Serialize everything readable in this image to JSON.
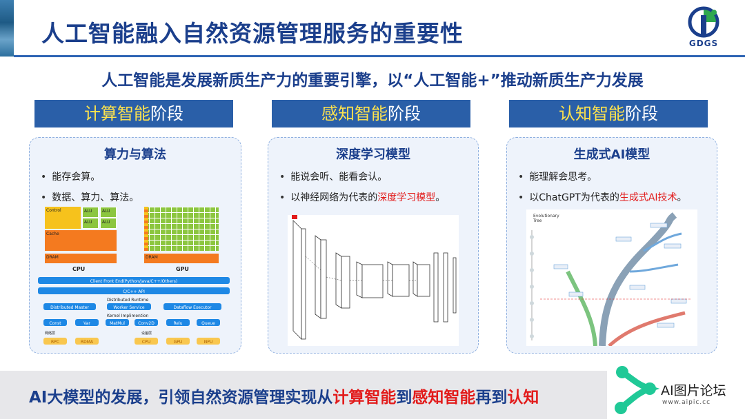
{
  "header": {
    "title": "人工智能融入自然资源管理服务的重要性",
    "logo_text": "GDGS"
  },
  "subtitle": "人工智能是发展新质生产力的重要引擎，以“人工智能+”推动新质生产力发展",
  "stages": [
    {
      "highlight": "计算智能",
      "suffix": "阶段"
    },
    {
      "highlight": "感知智能",
      "suffix": "阶段"
    },
    {
      "highlight": "认知智能",
      "suffix": "阶段"
    }
  ],
  "cards": [
    {
      "title": "算力与算法",
      "bullets": [
        "能存会算。",
        "数据、算力、算法。"
      ]
    },
    {
      "title": "深度学习模型",
      "bullet1": "能说会听、能看会认。",
      "bullet2_pre": "以神经网络为代表的",
      "bullet2_red": "深度学习模型",
      "bullet2_post": "。"
    },
    {
      "title": "生成式AI模型",
      "bullet1": "能理解会思考。",
      "bullet2_pre": "以ChatGPT为代表的",
      "bullet2_red": "生成式AI技术",
      "bullet2_post": "。"
    }
  ],
  "cpu_gpu": {
    "control": "Control",
    "alu": "ALU",
    "cache": "Cache",
    "dram": "DRAM",
    "cpu": "CPU",
    "gpu": "GPU",
    "client": "Client Front End(Python/Java/C++/Others)",
    "capi": "C/C++ API",
    "distributed": "Distributed Runtime",
    "master": "Distributed Master",
    "worker": "Worker Service",
    "dataflow": "Dataflow Executor",
    "kernel": "Kernel Implimention",
    "ops": [
      "Const",
      "Var",
      "MatMul",
      "Conv2D",
      "Relu",
      "Queue"
    ],
    "net_label": "网络层",
    "device_label": "设备层",
    "net": [
      "RPC",
      "RDMA"
    ],
    "devices": [
      "CPU",
      "GPU",
      "NPU"
    ]
  },
  "tree_title": "Evolutionary Tree",
  "banner": {
    "parts": [
      {
        "text": "AI大模型的发展，引领自然资源管理实现从",
        "red": false
      },
      {
        "text": "计算智能",
        "red": true
      },
      {
        "text": "到",
        "red": false
      },
      {
        "text": "感知智能",
        "red": true
      },
      {
        "text": "再到",
        "red": false
      },
      {
        "text": "认知",
        "red": true
      }
    ]
  },
  "watermark": {
    "text": "AI图片论坛",
    "url": "www.aipic.cc"
  },
  "colors": {
    "brand_blue": "#1b3f8c",
    "stage_blue": "#2a5fa8",
    "highlight_yellow": "#ffe34d",
    "accent_red": "#e21b1b"
  }
}
